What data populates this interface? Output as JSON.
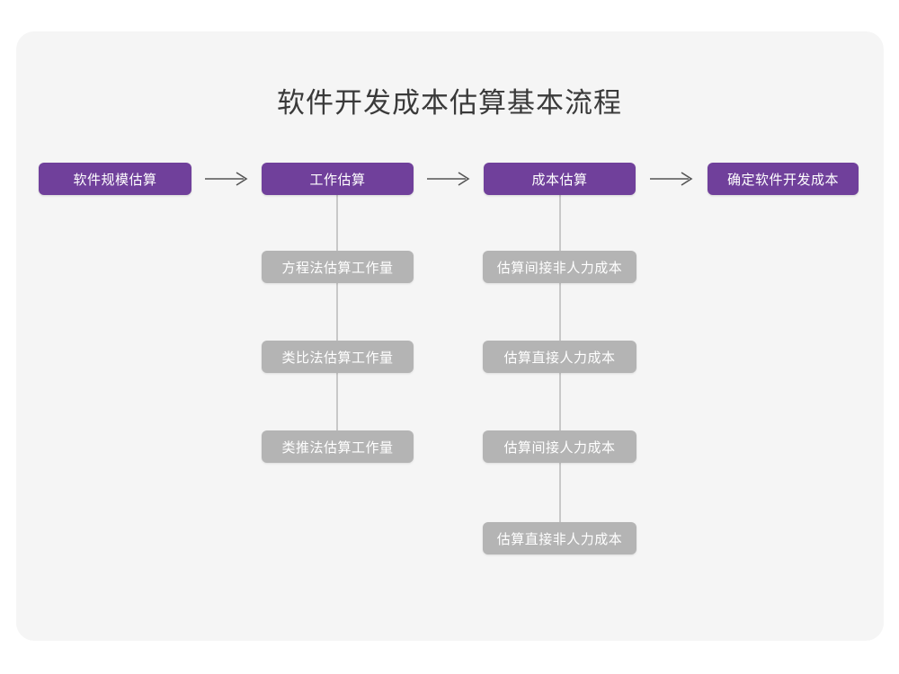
{
  "diagram": {
    "title": "软件开发成本估算基本流程",
    "colors": {
      "card_background": "#f5f5f5",
      "page_background": "#ffffff",
      "primary_node": "#70409B",
      "secondary_node": "#b4b4b4",
      "connector_line": "#c8c8c8",
      "arrow": "#555555",
      "title_text": "#3a3a3a",
      "node_text": "#ffffff"
    },
    "main_flow": [
      {
        "id": "step-1",
        "label": "软件规模估算"
      },
      {
        "id": "step-2",
        "label": "工作估算"
      },
      {
        "id": "step-3",
        "label": "成本估算"
      },
      {
        "id": "step-4",
        "label": "确定软件开发成本"
      }
    ],
    "arrows": [
      {
        "id": "arrow-1",
        "glyph": "arrow-right-icon"
      },
      {
        "id": "arrow-2",
        "glyph": "arrow-right-icon"
      },
      {
        "id": "arrow-3",
        "glyph": "arrow-right-icon"
      }
    ],
    "branches": [
      {
        "parent": "工作估算",
        "items": [
          {
            "label": "方程法估算工作量"
          },
          {
            "label": "类比法估算工作量"
          },
          {
            "label": "类推法估算工作量"
          }
        ]
      },
      {
        "parent": "成本估算",
        "items": [
          {
            "label": "估算间接非人力成本"
          },
          {
            "label": "估算直接人力成本"
          },
          {
            "label": "估算间接人力成本"
          },
          {
            "label": "估算直接非人力成本"
          }
        ]
      }
    ]
  }
}
